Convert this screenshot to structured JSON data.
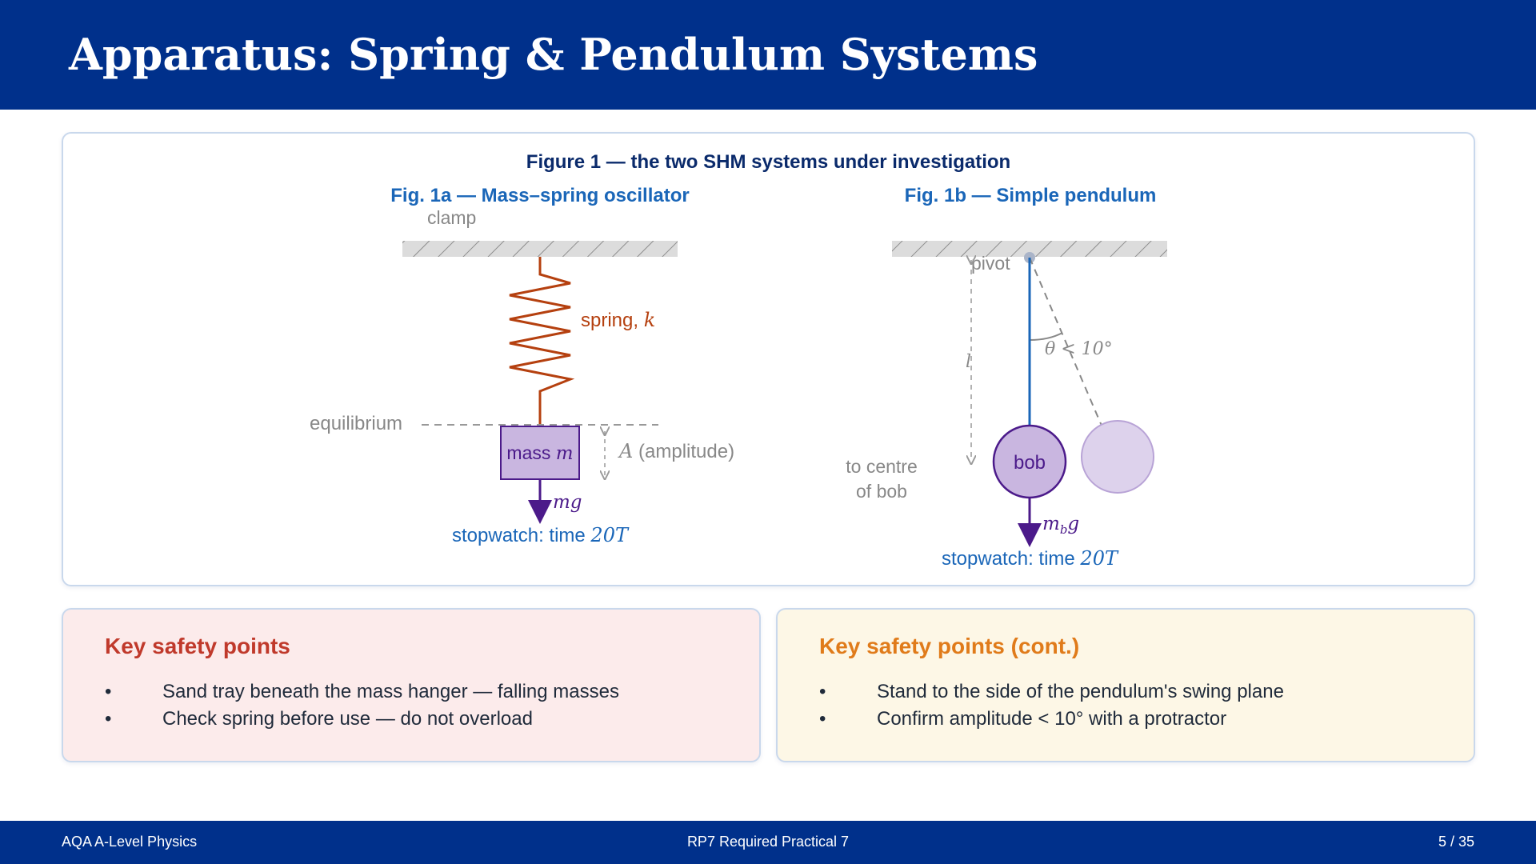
{
  "slide": {
    "title": "Apparatus: Spring & Pendulum Systems"
  },
  "figure": {
    "caption": "Figure 1 — the two SHM systems under investigation",
    "fig1a": {
      "title": "Fig. 1a — Mass–spring oscillator",
      "clamp_label": "clamp",
      "spring_label_text": "spring, ",
      "spring_label_symbol": "k",
      "equilibrium_label": "equilibrium",
      "mass_label_text": "mass ",
      "mass_label_symbol": "m",
      "amplitude_symbol": "A",
      "amplitude_text": " (amplitude)",
      "weight_label": "mg",
      "stopwatch_text": "stopwatch: time ",
      "stopwatch_symbol": "20T"
    },
    "fig1b": {
      "title": "Fig. 1b — Simple pendulum",
      "pivot_label": "pivot",
      "length_symbol": "l",
      "angle_label": "θ < 10°",
      "to_centre_line1": "to centre",
      "to_centre_line2": "of bob",
      "bob_label": "bob",
      "weight_label_main": "m",
      "weight_label_sub": "b",
      "weight_label_g": "g",
      "stopwatch_text": "stopwatch: time ",
      "stopwatch_symbol": "20T"
    },
    "colors": {
      "blue_title": "#1a66b8",
      "spring": "#b5400f",
      "mass_fill": "#c9b6e0",
      "mass_stroke": "#4b1a8a",
      "grey": "#888888"
    }
  },
  "safety": {
    "left": {
      "title": "Key safety points",
      "items": [
        "Sand tray beneath the mass hanger — falling masses",
        "Check spring before use — do not overload"
      ]
    },
    "right": {
      "title": "Key safety points (cont.)",
      "items": [
        "Stand to the side of the pendulum's swing plane",
        "Confirm amplitude < 10° with a protractor"
      ]
    }
  },
  "footer": {
    "left": "AQA A-Level Physics",
    "center": "RP7  Required Practical 7",
    "right": "5 / 35"
  }
}
